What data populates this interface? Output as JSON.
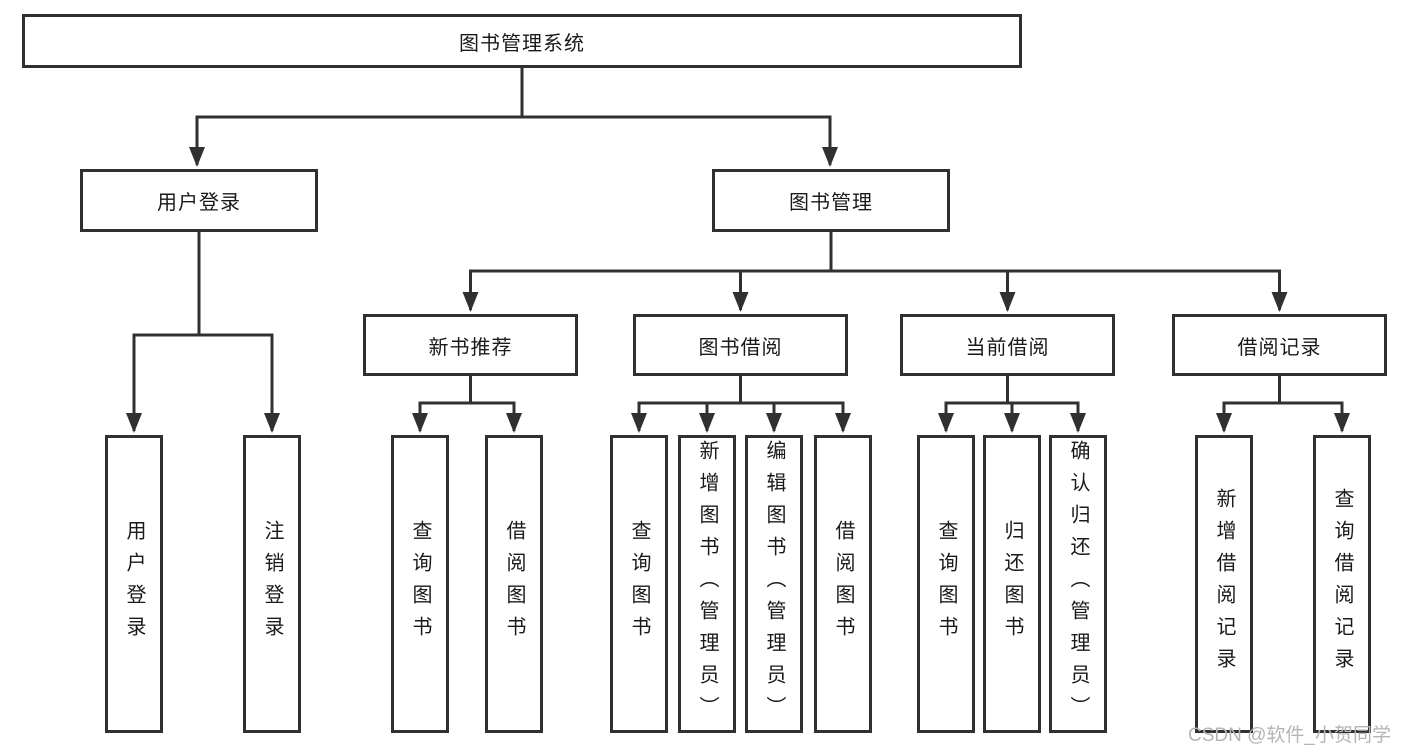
{
  "diagram": {
    "title": "图书管理系统",
    "children": [
      {
        "label": "用户登录",
        "children": [
          {
            "label": "用户登录"
          },
          {
            "label": "注销登录"
          }
        ]
      },
      {
        "label": "图书管理",
        "children": [
          {
            "label": "新书推荐",
            "children": [
              {
                "label": "查询图书"
              },
              {
                "label": "借阅图书"
              }
            ]
          },
          {
            "label": "图书借阅",
            "children": [
              {
                "label": "查询图书"
              },
              {
                "label": "新增图书（管理员）"
              },
              {
                "label": "编辑图书（管理员）"
              },
              {
                "label": "借阅图书"
              }
            ]
          },
          {
            "label": "当前借阅",
            "children": [
              {
                "label": "查询图书"
              },
              {
                "label": "归还图书"
              },
              {
                "label": "确认归还（管理员）"
              }
            ]
          },
          {
            "label": "借阅记录",
            "children": [
              {
                "label": "新增借阅记录"
              },
              {
                "label": "查询借阅记录"
              }
            ]
          }
        ]
      }
    ]
  },
  "watermark": {
    "text": "CSDN @软件_小贺同学"
  },
  "colors": {
    "line": "#303030",
    "box_border": "#303030",
    "text": "#1a1a1a",
    "background": "#ffffff",
    "watermark": "#b5b5b5"
  }
}
